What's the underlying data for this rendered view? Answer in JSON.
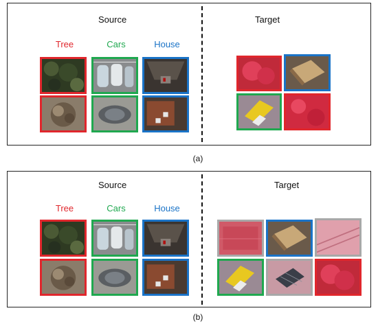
{
  "colors": {
    "tree": "#e0262c",
    "cars": "#1fa84f",
    "house": "#1a73c7",
    "unlabeled": "#a8a8a8"
  },
  "panels": [
    {
      "caption": "(a)",
      "source_heading": "Source",
      "target_heading": "Target",
      "classes": [
        "Tree",
        "Cars",
        "House"
      ],
      "source_tiles": [
        {
          "class": "tree",
          "content": "tree-canopy"
        },
        {
          "class": "cars",
          "content": "parked-cars"
        },
        {
          "class": "house",
          "content": "house-roof-dark"
        },
        {
          "class": "tree",
          "content": "dry-tree"
        },
        {
          "class": "cars",
          "content": "car-top-view"
        },
        {
          "class": "house",
          "content": "house-roof-brown"
        }
      ],
      "target_tiles": [
        {
          "class": "tree",
          "content": "red-tree-canopy"
        },
        {
          "class": "house",
          "content": "tan-roof"
        },
        {
          "class": "cars",
          "content": "yellow-car"
        },
        {
          "class": "tree",
          "content": "red-field"
        }
      ]
    },
    {
      "caption": "(b)",
      "source_heading": "Source",
      "target_heading": "Target",
      "classes": [
        "Tree",
        "Cars",
        "House"
      ],
      "source_tiles": [
        {
          "class": "tree",
          "content": "tree-canopy"
        },
        {
          "class": "cars",
          "content": "parked-cars"
        },
        {
          "class": "house",
          "content": "house-roof-dark"
        },
        {
          "class": "tree",
          "content": "dry-tree"
        },
        {
          "class": "cars",
          "content": "car-top-view"
        },
        {
          "class": "house",
          "content": "house-roof-brown"
        }
      ],
      "target_tiles": [
        {
          "class": "unlabeled",
          "content": "red-field-gray"
        },
        {
          "class": "house",
          "content": "tan-roof"
        },
        {
          "class": "unlabeled",
          "content": "pink-field-striped"
        },
        {
          "class": "cars",
          "content": "yellow-car"
        },
        {
          "class": "unlabeled",
          "content": "solar-panel-roof"
        },
        {
          "class": "tree",
          "content": "red-tree-canopy"
        }
      ]
    }
  ]
}
